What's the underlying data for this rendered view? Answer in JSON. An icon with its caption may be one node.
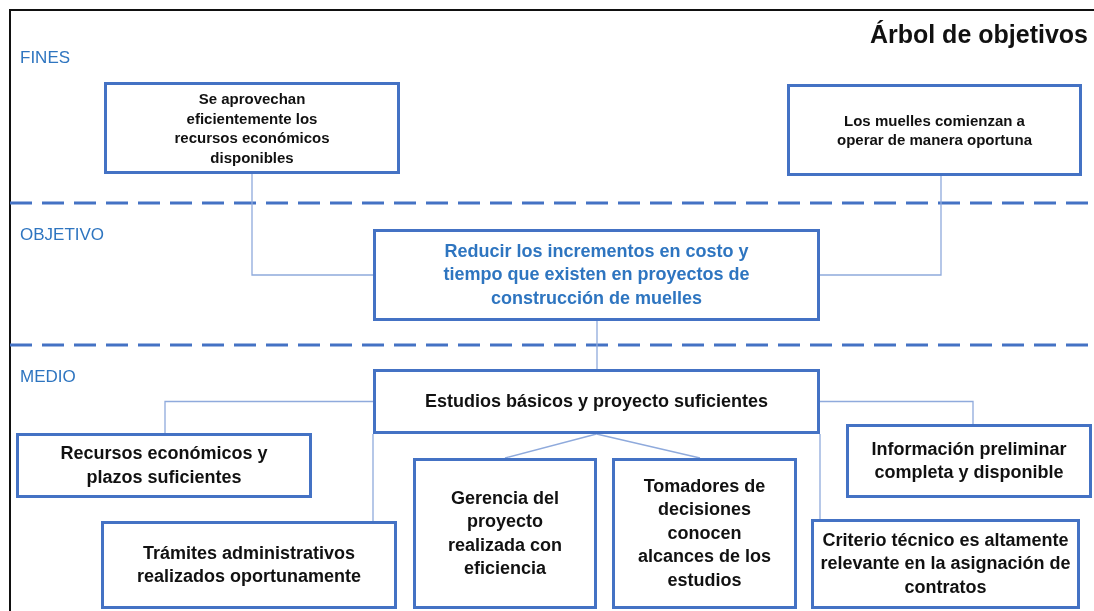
{
  "diagram": {
    "title": "Árbol de objetivos",
    "nodes": [
      {
        "text": [
          "Se aprovechan eficientemente los recursos económicos disponibles"
        ]
      },
      {
        "text": [
          "Los muelles comienzan a operar de manera oportuna"
        ]
      },
      {
        "text": [
          "Reducir los incrementos en costo y tiempo que  existen en proyectos de construcción de muelles"
        ]
      },
      {
        "text": [
          "Estudios básicos y proyecto suficientes"
        ]
      },
      {
        "text": [
          "Recursos económicos y plazos suficientes"
        ]
      },
      {
        "text": [
          "Trámites administrativos realizados oportunamente"
        ]
      },
      {
        "text": [
          "Gerencia del proyecto realizada con eficiencia"
        ]
      },
      {
        "text": [
          "Tomadores de decisiones conocen alcances de los estudios"
        ]
      },
      {
        "text": [
          "Información preliminar completa y disponible"
        ]
      },
      {
        "text": [
          "Criterio técnico es altamente relevante en la asignación de contratos"
        ]
      }
    ],
    "edges": [
      {
        "from": 2,
        "to": 0,
        "arrow": "none"
      },
      {
        "from": 2,
        "to": 1,
        "arrow": "none"
      },
      {
        "from": 2,
        "to": 3,
        "arrow": "none"
      },
      {
        "from": 3,
        "to": 4,
        "arrow": "none"
      },
      {
        "from": 3,
        "to": 5,
        "arrow": "none"
      },
      {
        "from": 3,
        "to": 6,
        "arrow": "none"
      },
      {
        "from": 3,
        "to": 7,
        "arrow": "none"
      },
      {
        "from": 3,
        "to": 8,
        "arrow": "none"
      },
      {
        "from": 3,
        "to": 9,
        "arrow": "none"
      }
    ],
    "labels": [
      "FINES",
      "OBJETIVO",
      "MEDIO"
    ]
  }
}
